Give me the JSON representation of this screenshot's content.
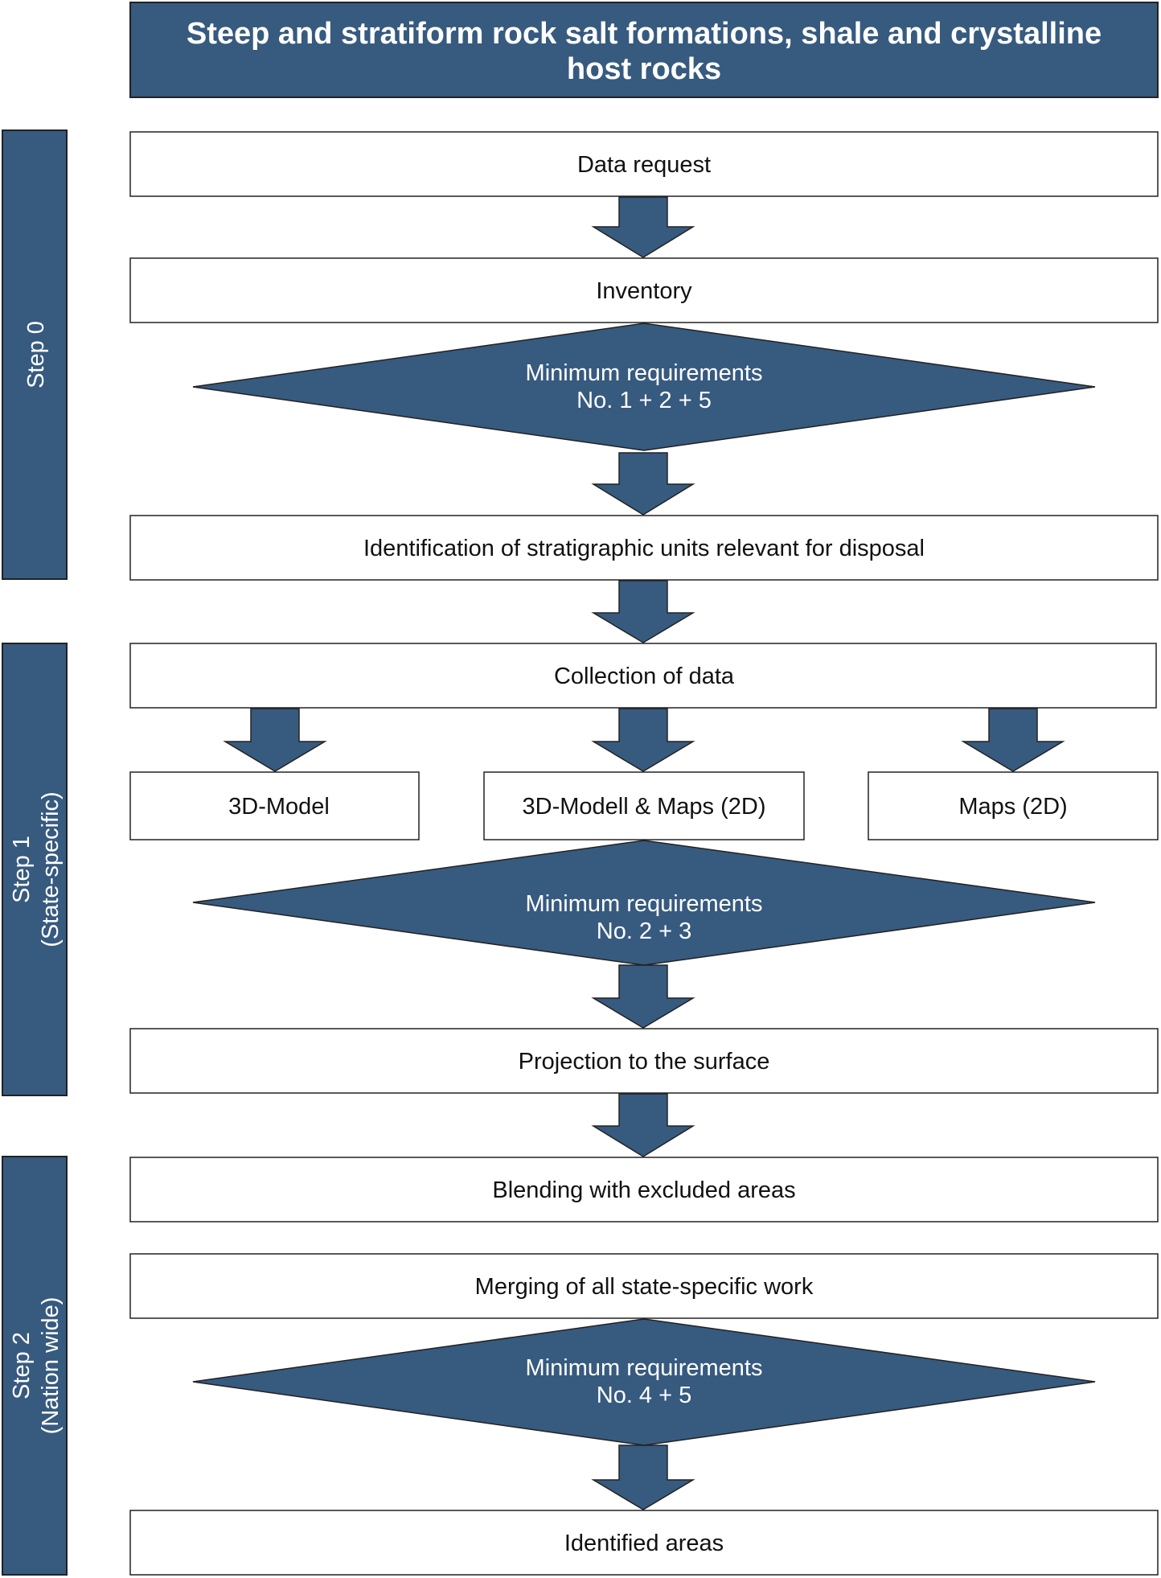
{
  "title": {
    "line1": "Steep and stratiform rock salt formations, shale and crystalline",
    "line2": "host rocks"
  },
  "steps": {
    "step0": {
      "line1": "Step 0"
    },
    "step1": {
      "line1": "Step 1",
      "line2": "(State-specific)"
    },
    "step2": {
      "line1": "Step 2",
      "line2": "(Nation wide)"
    }
  },
  "boxes": {
    "data_request": "Data request",
    "inventory": "Inventory",
    "identification": "Identification of stratigraphic units relevant for disposal",
    "collection": "Collection of data",
    "model_3d": "3D-Model",
    "model_maps": "3D-Modell & Maps (2D)",
    "maps_2d": "Maps (2D)",
    "projection": "Projection to the surface",
    "blending": "Blending with excluded areas",
    "merging": "Merging of all state-specific work",
    "identified": "Identified areas"
  },
  "decisions": {
    "req_a": {
      "line1": "Minimum requirements",
      "line2": "No. 1 + 2 + 5"
    },
    "req_b": {
      "line1": "Minimum requirements",
      "line2": "No. 2 + 3"
    },
    "req_c": {
      "line1": "Minimum requirements",
      "line2": "No. 4 + 5"
    }
  },
  "colors": {
    "accent": "#375A7F",
    "border": "#222222",
    "box_fill": "#ffffff",
    "text_dark": "#111111",
    "text_light": "#ffffff"
  }
}
